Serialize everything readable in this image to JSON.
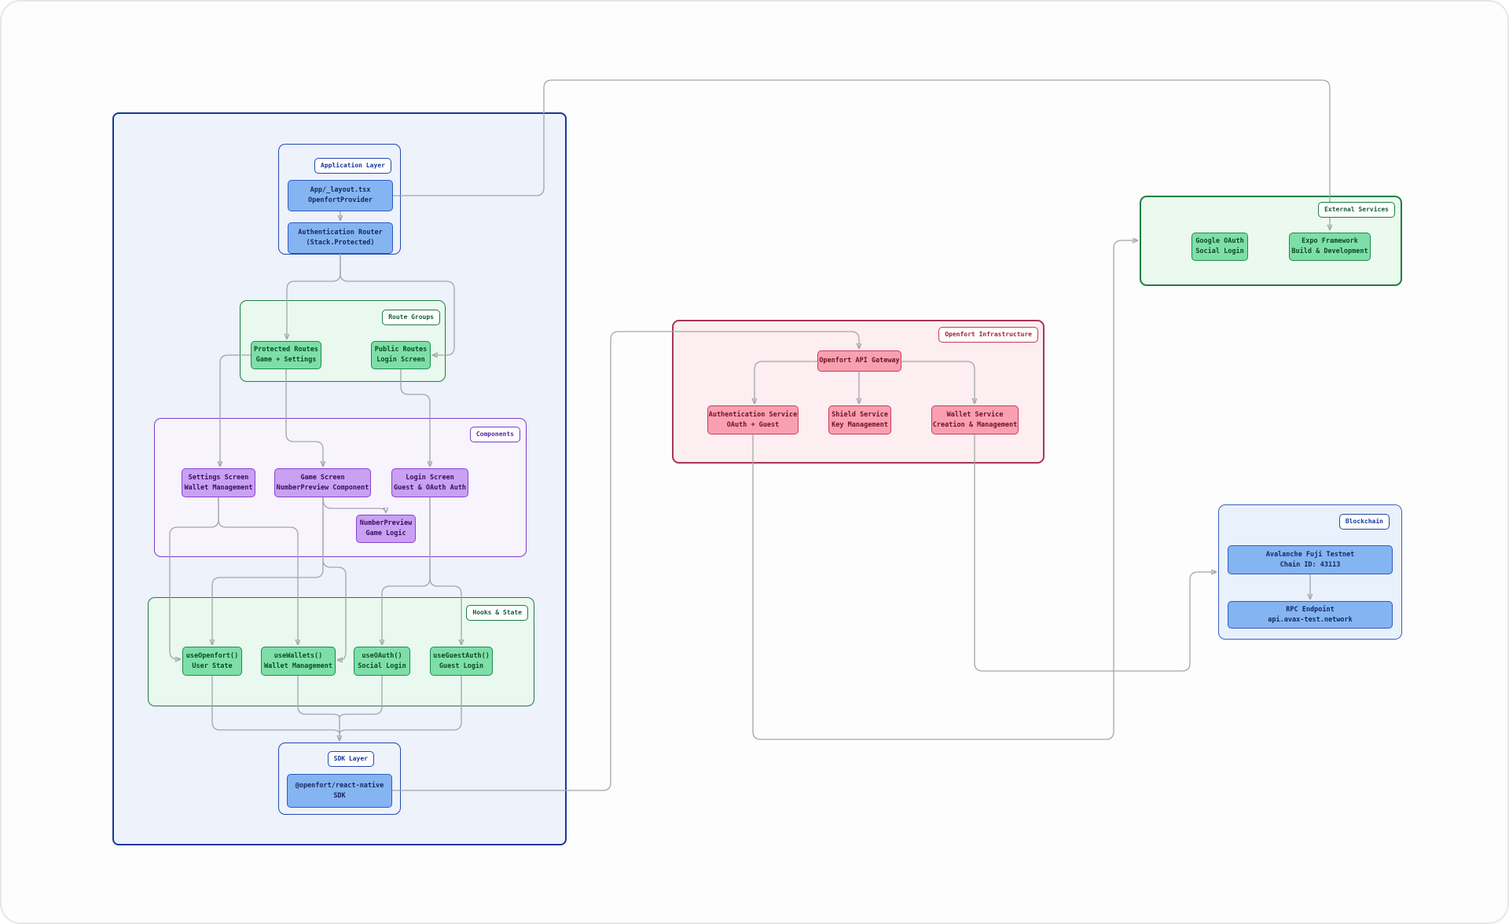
{
  "groups": {
    "application_layer": "Application  Layer",
    "route_groups": "Route Groups",
    "components": "Components",
    "hooks_state": "Hooks & State",
    "sdk_layer": "SDK Layer",
    "openfort_infra": "Openfort Infrastructure",
    "external_services": "External Services",
    "blockchain": "Blockchain"
  },
  "nodes": {
    "app_layout": {
      "line1": "App/_layout.tsx",
      "line2": "OpenfortProvider"
    },
    "auth_router": {
      "line1": "Authentication Router",
      "line2": "(Stack.Protected)"
    },
    "protected_routes": {
      "line1": "Protected Routes",
      "line2": "Game + Settings"
    },
    "public_routes": {
      "line1": "Public Routes",
      "line2": "Login Screen"
    },
    "settings_screen": {
      "line1": "Settings Screen",
      "line2": "Wallet Management"
    },
    "game_screen": {
      "line1": "Game Screen",
      "line2": "NumberPreview Component"
    },
    "login_screen": {
      "line1": "Login Screen",
      "line2": "Guest & OAuth Auth"
    },
    "number_preview": {
      "line1": "NumberPreview",
      "line2": "Game Logic"
    },
    "use_openfort": {
      "line1": "useOpenfort()",
      "line2": "User State"
    },
    "use_wallets": {
      "line1": "useWallets()",
      "line2": "Wallet Management"
    },
    "use_oauth": {
      "line1": "useOAuth()",
      "line2": "Social Login"
    },
    "use_guest_auth": {
      "line1": "useGuestAuth()",
      "line2": "Guest Login"
    },
    "sdk": {
      "line1": "@openfort/react-native",
      "line2": "SDK"
    },
    "api_gateway": {
      "line1": "Openfort API Gateway"
    },
    "auth_service": {
      "line1": "Authentication Service",
      "line2": "OAuth + Guest"
    },
    "shield_service": {
      "line1": "Shield Service",
      "line2": "Key Management"
    },
    "wallet_service": {
      "line1": "Wallet Service",
      "line2": "Creation & Management"
    },
    "google_oauth": {
      "line1": "Google OAuth",
      "line2": "Social Login"
    },
    "expo_framework": {
      "line1": "Expo Framework",
      "line2": "Build & Development"
    },
    "avalanche": {
      "line1": "Avalanche Fuji Testnet",
      "line2": "Chain ID: 43113"
    },
    "rpc_endpoint": {
      "line1": "RPC Endpoint",
      "line2": "api.avax-test.network"
    }
  },
  "edges": [
    {
      "from": "App/_layout.tsx OpenfortProvider",
      "to": "Expo Framework Build & Development"
    },
    {
      "from": "App/_layout.tsx OpenfortProvider",
      "to": "Authentication Router (Stack.Protected)"
    },
    {
      "from": "Authentication Router (Stack.Protected)",
      "to": "Protected Routes Game + Settings"
    },
    {
      "from": "Authentication Router (Stack.Protected)",
      "to": "Public Routes Login Screen"
    },
    {
      "from": "Protected Routes Game + Settings",
      "to": "Settings Screen Wallet Management"
    },
    {
      "from": "Protected Routes Game + Settings",
      "to": "Game Screen NumberPreview Component"
    },
    {
      "from": "Public Routes Login Screen",
      "to": "Login Screen Guest & OAuth Auth"
    },
    {
      "from": "Game Screen NumberPreview Component",
      "to": "NumberPreview Game Logic"
    },
    {
      "from": "Settings Screen Wallet Management",
      "to": "useOpenfort() User State"
    },
    {
      "from": "Settings Screen Wallet Management",
      "to": "useWallets() Wallet Management"
    },
    {
      "from": "Game Screen NumberPreview Component",
      "to": "useOpenfort() User State"
    },
    {
      "from": "Game Screen NumberPreview Component",
      "to": "useWallets() Wallet Management"
    },
    {
      "from": "Login Screen Guest & OAuth Auth",
      "to": "useOAuth() Social Login"
    },
    {
      "from": "Login Screen Guest & OAuth Auth",
      "to": "useGuestAuth() Guest Login"
    },
    {
      "from": "useOpenfort() User State",
      "to": "@openfort/react-native SDK"
    },
    {
      "from": "useWallets() Wallet Management",
      "to": "@openfort/react-native SDK"
    },
    {
      "from": "useOAuth() Social Login",
      "to": "@openfort/react-native SDK"
    },
    {
      "from": "useGuestAuth() Guest Login",
      "to": "@openfort/react-native SDK"
    },
    {
      "from": "@openfort/react-native SDK",
      "to": "Openfort API Gateway"
    },
    {
      "from": "Openfort API Gateway",
      "to": "Authentication Service OAuth + Guest"
    },
    {
      "from": "Openfort API Gateway",
      "to": "Shield Service Key Management"
    },
    {
      "from": "Openfort API Gateway",
      "to": "Wallet Service Creation & Management"
    },
    {
      "from": "Authentication Service OAuth + Guest",
      "to": "External Services"
    },
    {
      "from": "Wallet Service Creation & Management",
      "to": "Blockchain"
    },
    {
      "from": "Avalanche Fuji Testnet Chain ID: 43113",
      "to": "RPC Endpoint api.avax-test.network"
    }
  ],
  "colors": {
    "node_blue": "#85b4f2",
    "node_green": "#7ddfa7",
    "node_purple": "#c9a1f1",
    "node_pink": "#f9a0b0",
    "border_blue": "#16389b",
    "border_green": "#1c7c43",
    "border_purple": "#7c3aca",
    "border_red": "#a63753",
    "edge_line": "#a2a6ab"
  }
}
